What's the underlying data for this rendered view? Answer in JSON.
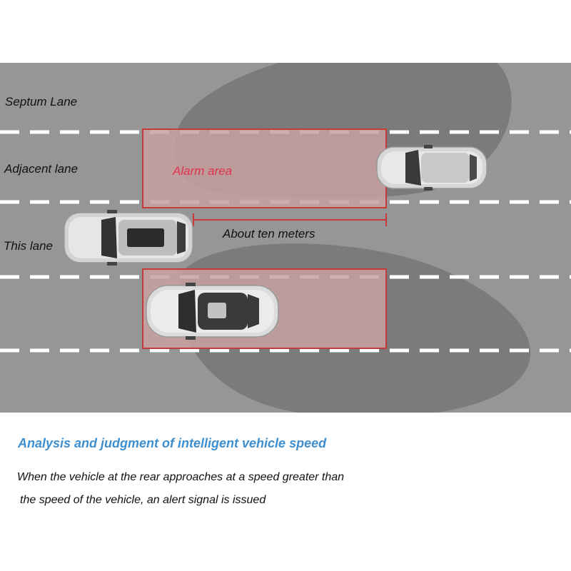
{
  "lanes": {
    "septum": "Septum Lane",
    "adjacent": "Adjacent lane",
    "this": "This lane"
  },
  "alarm_label": "Alarm area",
  "distance_label": "About ten meters",
  "heading": "Analysis and judgment of intelligent vehicle speed",
  "description": {
    "line1": "When the vehicle at the rear approaches at a speed greater than",
    "line2": "the speed of the vehicle, an alert signal is issued"
  },
  "colors": {
    "road": "#969696",
    "sensor_zone": "#7b7b7b",
    "alarm_fill": "#c9a1a1",
    "alarm_border": "#c73a3a",
    "alarm_text": "#e0334d",
    "heading": "#3f8fcf",
    "lane_marking": "#ffffff"
  }
}
